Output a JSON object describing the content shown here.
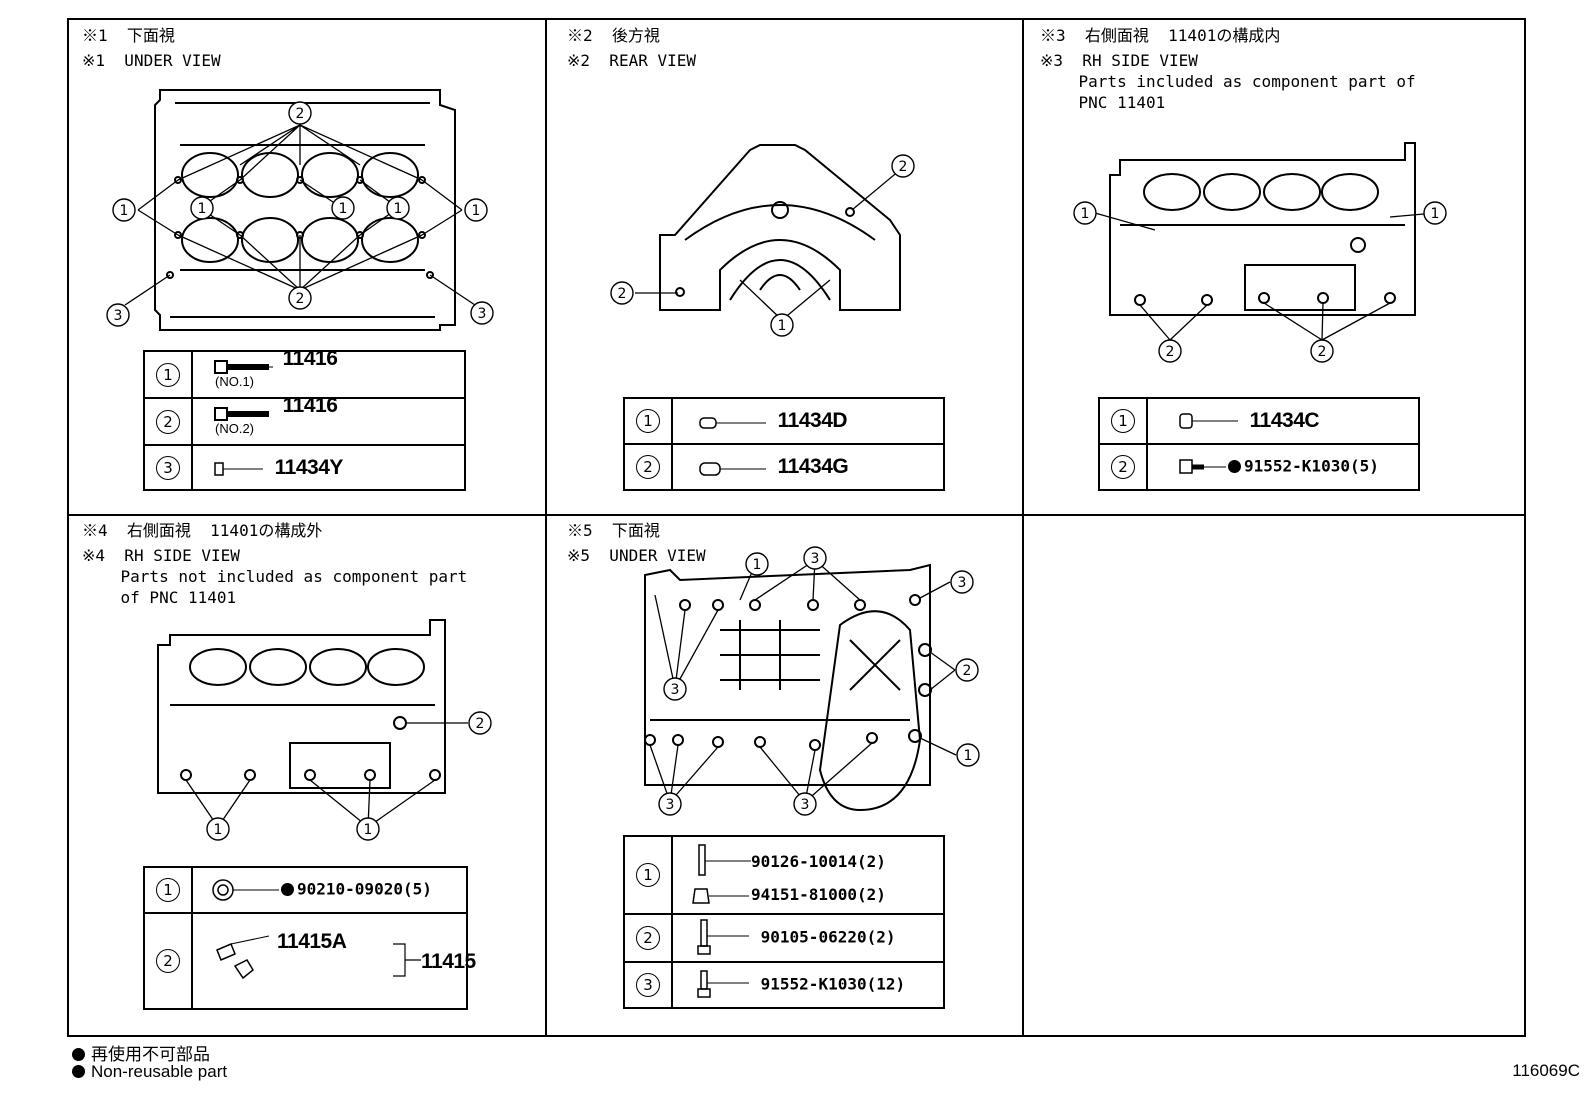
{
  "panels": [
    {
      "id": 1,
      "header": [
        "※1  下面視",
        "※1  UNDER VIEW"
      ],
      "rows": [
        {
          "num": "1",
          "pn": "11416",
          "note": "(NO.1)"
        },
        {
          "num": "2",
          "pn": "11416",
          "note": "(NO.2)"
        },
        {
          "num": "3",
          "pn": "11434Y",
          "note": ""
        }
      ]
    },
    {
      "id": 2,
      "header": [
        "※2  後方視",
        "※2  REAR VIEW"
      ],
      "rows": [
        {
          "num": "1",
          "pn": "11434D"
        },
        {
          "num": "2",
          "pn": "11434G"
        }
      ]
    },
    {
      "id": 3,
      "header": [
        "※3  右側面視  11401の構成内",
        "※3  RH SIDE VIEW",
        "    Parts included as component part of",
        "    PNC 11401"
      ],
      "rows": [
        {
          "num": "1",
          "pn": "11434C"
        },
        {
          "num": "2",
          "pn": "91552-K1030(5)"
        }
      ]
    },
    {
      "id": 4,
      "header": [
        "※4  右側面視  11401の構成外",
        "※4  RH SIDE VIEW",
        "    Parts not included as component part",
        "    of PNC 11401"
      ],
      "rows": [
        {
          "num": "1",
          "pn": "90210-09020(5)"
        },
        {
          "num": "2",
          "pn_a": "11415A",
          "pn_b": "11415"
        }
      ]
    },
    {
      "id": 5,
      "header": [
        "※5  下面視",
        "※5  UNDER VIEW"
      ],
      "rows": [
        {
          "num": "1",
          "pn_a": "90126-10014(2)",
          "pn_b": "94151-81000(2)"
        },
        {
          "num": "2",
          "pn": "90105-06220(2)"
        },
        {
          "num": "3",
          "pn": "91552-K1030(12)"
        }
      ]
    }
  ],
  "legend": [
    "再使用不可部品",
    "Non-reusable part"
  ],
  "figure_code": "116069C",
  "icons": [
    "callout-circle-icon",
    "bolt-icon",
    "pin-icon",
    "stud-icon",
    "nut-icon",
    "plug-icon",
    "sensor-icon",
    "washer-icon",
    "non-reusable-dot-icon"
  ]
}
